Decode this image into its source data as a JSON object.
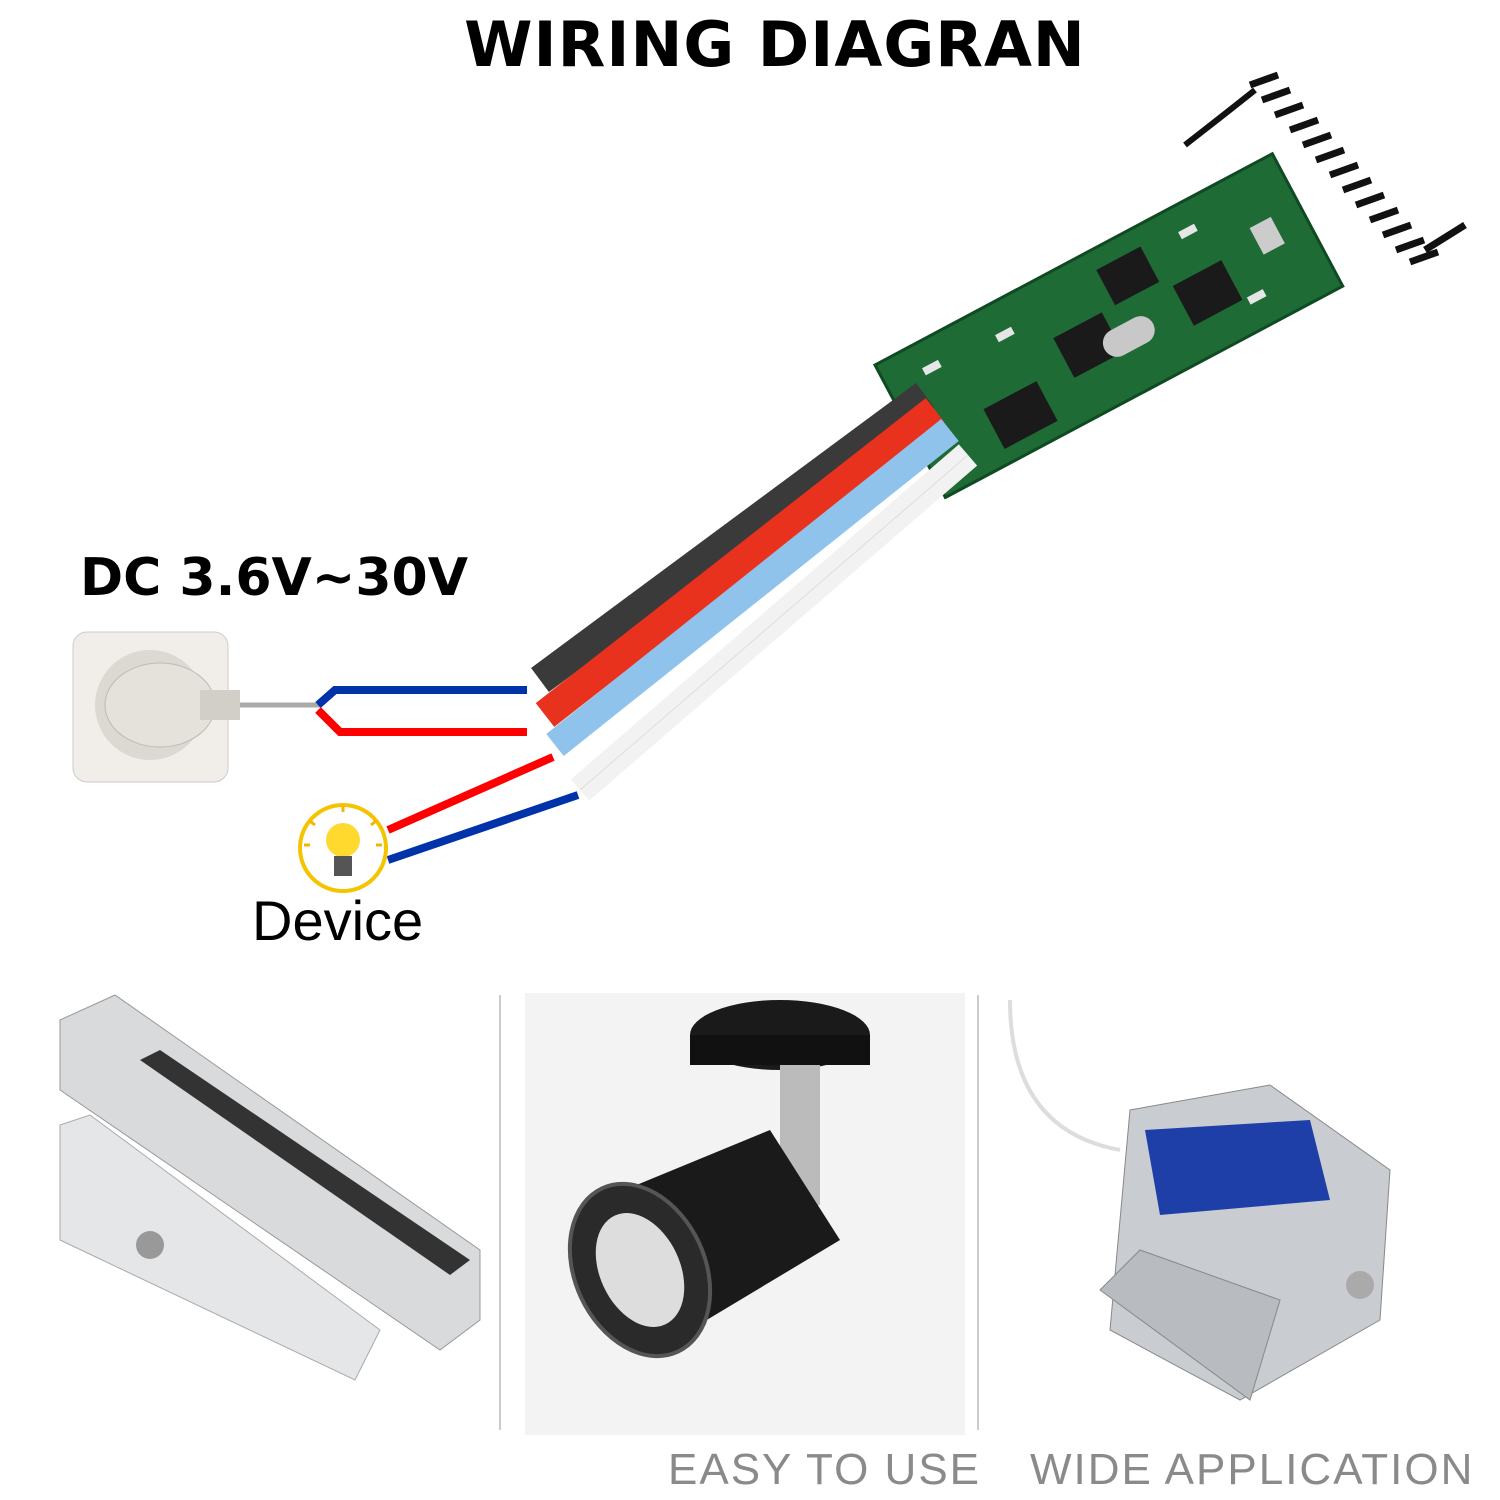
{
  "title": "WIRING DIAGRAN",
  "power": {
    "label": "DC 3.6V~30V",
    "icon": "wall-socket-plug-icon"
  },
  "device": {
    "label": "Device",
    "icon": "light-bulb-icon"
  },
  "wire_colors": {
    "red": "#ff0000",
    "blue": "#0033aa",
    "black": "#3a3a3a",
    "light_blue": "#8fc3ec",
    "white": "#f2f2f2",
    "pcb_green": "#1f6b35"
  },
  "applications": [
    {
      "icon": "magnetic-lock-photo"
    },
    {
      "icon": "spotlight-photo"
    },
    {
      "icon": "solenoid-lock-photo"
    }
  ],
  "taglines": [
    "EASY TO USE",
    "WIDE APPLICATION"
  ]
}
